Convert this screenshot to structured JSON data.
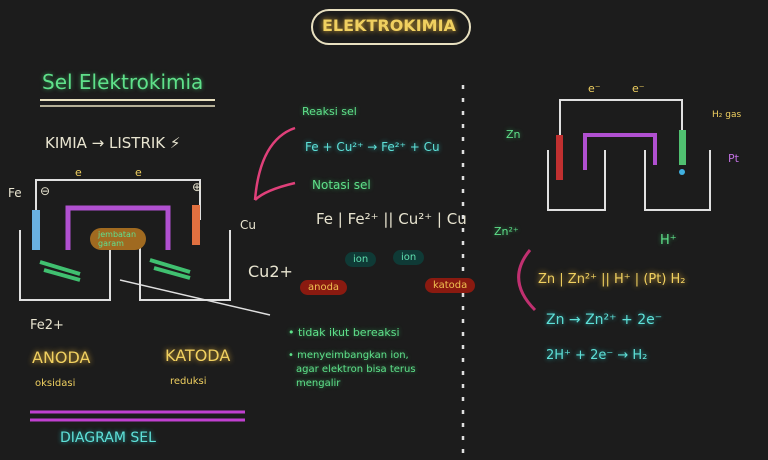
{
  "title": "ELEKTROKIMIA",
  "left": {
    "heading": "Sel Elektrokimia",
    "subtitle": "KIMIA → LISTRIK ⚡",
    "electrode_left": "Fe",
    "electrode_right": "Cu",
    "electron_1": "e",
    "electron_2": "e",
    "minus_sign": "⊖",
    "plus_sign": "⊕",
    "salt_bridge": "jembatan garam",
    "ion_right": "Cu2+",
    "ion_left": "Fe2+",
    "anode": "ANODA",
    "anode_sub": "oksidasi",
    "cathode": "KATODA",
    "cathode_sub": "reduksi",
    "footer": "DIAGRAM SEL"
  },
  "middle": {
    "reaction_label": "Reaksi sel",
    "reaction": "Fe + Cu²⁺ → Fe²⁺ + Cu",
    "notation_label": "Notasi sel",
    "notation": "Fe | Fe²⁺ || Cu²⁺ | Cu",
    "ion_1": "ion",
    "ion_2": "ion",
    "anode_tag": "anoda",
    "cathode_tag": "katoda",
    "note_1": "• tidak ikut bereaksi",
    "note_2": "• menyeimbangkan ion,",
    "note_2b": "agar elektron bisa terus",
    "note_2c": "mengalir"
  },
  "right": {
    "electron_1": "e⁻",
    "electron_2": "e⁻",
    "zn": "Zn",
    "zn_ion": "Zn²⁺",
    "h2_gas": "H₂ gas",
    "pt": "Pt",
    "h_ion": "H⁺",
    "notation": "Zn | Zn²⁺ || H⁺ | (Pt) H₂",
    "oxidation": "Zn → Zn²⁺ + 2e⁻",
    "reduction": "2H⁺ + 2e⁻ → H₂"
  }
}
